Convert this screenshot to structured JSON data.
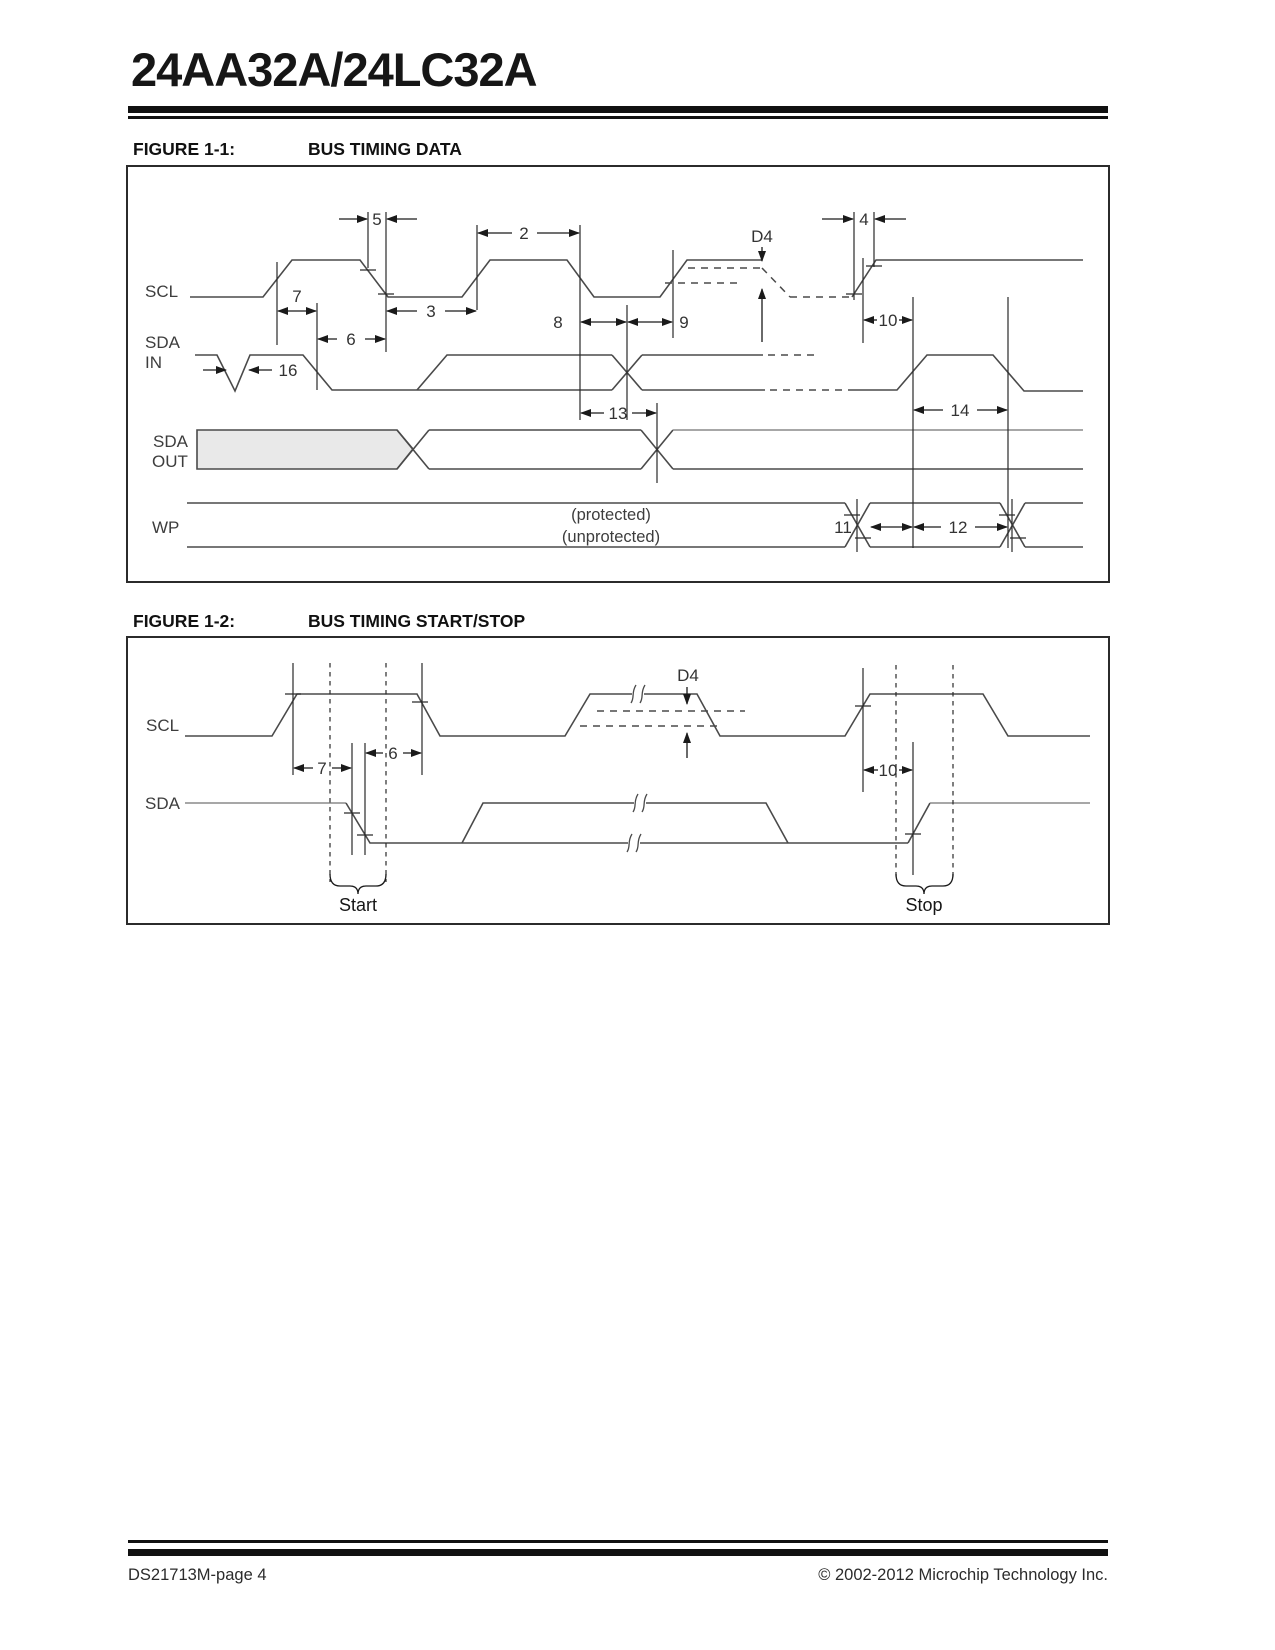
{
  "page": {
    "title": "24AA32A/24LC32A",
    "footer": {
      "left": "DS21713M-page 4",
      "right": "© 2002-2012 Microchip Technology Inc."
    }
  },
  "figure1": {
    "label": "FIGURE 1-1:",
    "title": "BUS TIMING DATA",
    "signals": {
      "scl": "SCL",
      "sda_in_line1": "SDA",
      "sda_in_line2": "IN",
      "sda_out_line1": "SDA",
      "sda_out_line2": "OUT",
      "wp": "WP"
    },
    "annotations": {
      "d4": "D4",
      "protected": "(protected)",
      "unprotected": "(unprotected)"
    },
    "dims": {
      "t2": "2",
      "t3": "3",
      "t4": "4",
      "t5": "5",
      "t6": "6",
      "t7": "7",
      "t8": "8",
      "t9": "9",
      "t10": "10",
      "t11": "11",
      "t12": "12",
      "t13": "13",
      "t14": "14",
      "t16": "16"
    }
  },
  "figure2": {
    "label": "FIGURE 1-2:",
    "title": "BUS TIMING START/STOP",
    "signals": {
      "scl": "SCL",
      "sda": "SDA"
    },
    "annotations": {
      "d4": "D4",
      "start": "Start",
      "stop": "Stop"
    },
    "dims": {
      "t6": "6",
      "t7": "7",
      "t10": "10"
    }
  },
  "colors": {
    "waveform": "#4a4a4a",
    "dimension": "#1a1a1a",
    "shade": "#e9e9e9",
    "rule": "#111111"
  }
}
